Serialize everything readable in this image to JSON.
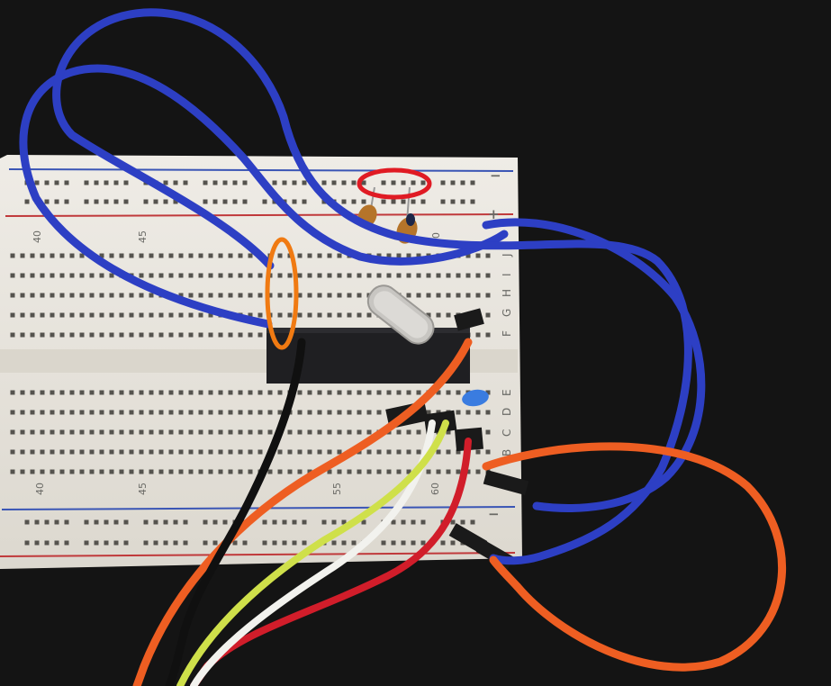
{
  "photo": {
    "background_color": "#141414",
    "board_color": "#ece9e2",
    "rail_red": "#c0393b",
    "rail_blue": "#3a55b5"
  },
  "breadboard": {
    "column_numbers_top": [
      "40",
      "45",
      "60"
    ],
    "column_numbers_bottom": [
      "40",
      "45",
      "55",
      "60"
    ],
    "row_letters_top": [
      "J",
      "I",
      "H",
      "G",
      "F"
    ],
    "row_letters_bottom": [
      "E",
      "D",
      "C",
      "B"
    ],
    "rail_sign_top_minus": "−",
    "rail_sign_top_plus": "+",
    "rail_sign_bottom_minus": "−"
  },
  "wire_colors": {
    "blue": "#2d3fc4",
    "orange": "#ee5e22",
    "red": "#d11d2a",
    "yellow": "#cfe04a",
    "white": "#f2f2ee",
    "black": "#101010"
  },
  "highlights": {
    "red_ellipse_color": "#e01b24",
    "orange_ellipse_color": "#f07a12"
  }
}
